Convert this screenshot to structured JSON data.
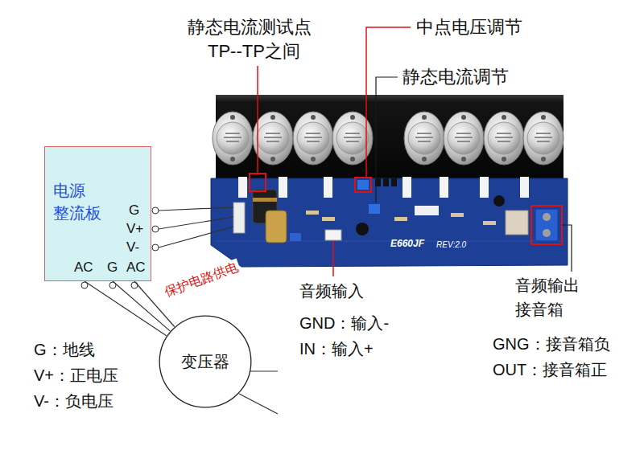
{
  "diagram": {
    "nodes": [
      {
        "text": [
          "电源 整流板"
        ]
      },
      {
        "text": [
          "变压器"
        ]
      }
    ],
    "edges": [
      {
        "from": 0,
        "to": 1,
        "arrow": "none"
      },
      {
        "from": 0,
        "to": 1,
        "arrow": "none"
      },
      {
        "from": 0,
        "to": 1,
        "arrow": "none"
      }
    ],
    "labels": [
      "静态电流测试点",
      "TP--TP之间",
      "中点电压调节",
      "静态电流调节",
      "G",
      "V+",
      "V-",
      "AC",
      "G",
      "AC",
      "保护电路供电",
      "E660JF",
      "REV:2.0",
      "音频输入",
      "GND：输入-",
      "IN：输入+",
      "音频输出",
      "接音箱",
      "GNG：接音箱负",
      "OUT：接音箱正",
      "G：地线",
      "V+：正电压",
      "V-：负电压"
    ]
  }
}
